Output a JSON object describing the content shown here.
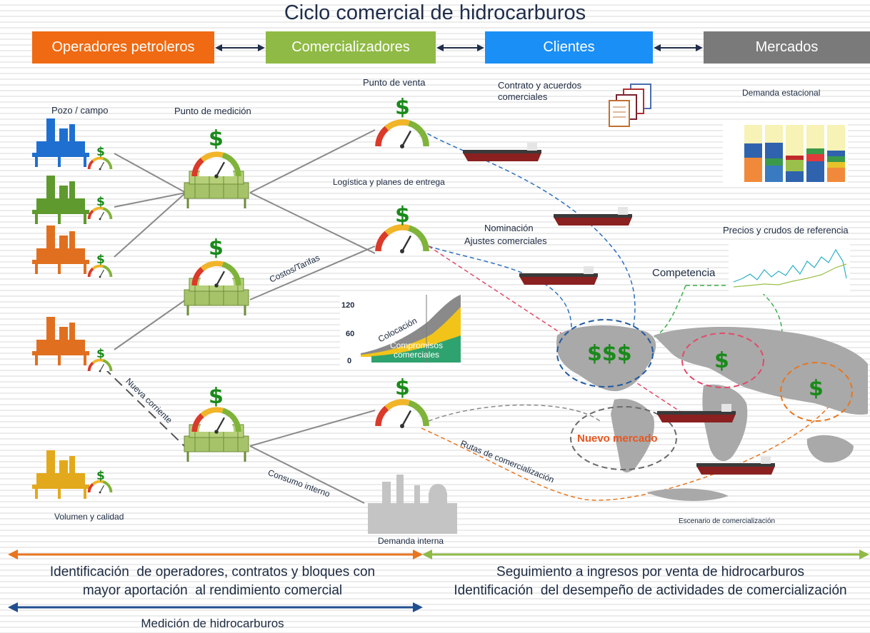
{
  "title": "Ciclo comercial de hidrocarburos",
  "headers": [
    {
      "label": "Operadores petroleros",
      "color": "#ef6a12"
    },
    {
      "label": "Comercializadores",
      "color": "#8fba45"
    },
    {
      "label": "Clientes",
      "color": "#1a8ff5"
    },
    {
      "label": "Mercados",
      "color": "#7a7a7a"
    }
  ],
  "labels": {
    "pozo": "Pozo / campo",
    "punto_medicion": "Punto de medición",
    "punto_venta": "Punto de venta",
    "contrato": "Contrato y acuerdos\ncomerciales",
    "demanda_estacional": "Demanda estacional",
    "logistica": "Logística y planes de entrega",
    "nominacion": "Nominación",
    "ajustes": "Ajustes comerciales",
    "precios": "Precios y crudos de referencia",
    "competencia": "Competencia",
    "costos": "Costos/Tarifas",
    "nueva_corriente": "Nueva corriente",
    "nuevo_mercado": "Nuevo mercado",
    "rutas": "Rutas de comercialización",
    "consumo": "Consumo interno",
    "volumen": "Volumen y calidad",
    "demanda_interna": "Demanda interna",
    "escenario": "Escenario de comercialización",
    "dollar": "$",
    "triple_dollar": "$$$"
  },
  "inset_chart": {
    "y_ticks": [
      "120",
      "60",
      "0"
    ],
    "colocacion": "Colocación",
    "compromisos": "Compromisos\ncomerciales"
  },
  "bottom": {
    "left_text": "Identificación  de operadores, contratos y bloques con\nmayor aportación  al rendimiento comercial",
    "right_text": "Seguimiento a ingresos por venta de hidrocarburos\nIdentificación  del desempeño de actividades de comercialización",
    "medicion": "Medición de hidrocarburos",
    "orange": "#e8761e",
    "green": "#8fba45",
    "blue": "#1f4f8f"
  }
}
